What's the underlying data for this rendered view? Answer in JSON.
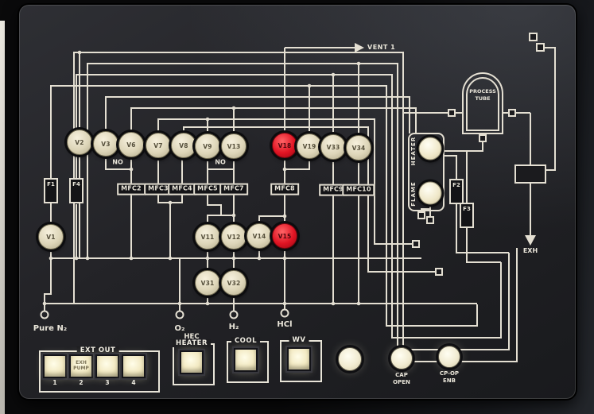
{
  "panel": {
    "labels": {
      "vent": "VENT 1",
      "exh": "EXH",
      "process_tube": "PROCESS\nTUBE",
      "heater": "HEATER",
      "flame": "FLAME",
      "no_v3": "NO",
      "no_v9": "NO"
    },
    "valves": [
      {
        "id": "V2",
        "label": "V2",
        "color": "beige"
      },
      {
        "id": "V3",
        "label": "V3",
        "color": "beige"
      },
      {
        "id": "V6",
        "label": "V6",
        "color": "beige"
      },
      {
        "id": "V7",
        "label": "V7",
        "color": "beige"
      },
      {
        "id": "V8",
        "label": "V8",
        "color": "beige"
      },
      {
        "id": "V9",
        "label": "V9",
        "color": "beige"
      },
      {
        "id": "V13",
        "label": "V13",
        "color": "beige"
      },
      {
        "id": "V18",
        "label": "V18",
        "color": "red"
      },
      {
        "id": "V19",
        "label": "V19",
        "color": "beige"
      },
      {
        "id": "V33",
        "label": "V33",
        "color": "beige"
      },
      {
        "id": "V34",
        "label": "V34",
        "color": "beige"
      },
      {
        "id": "V11",
        "label": "V11",
        "color": "beige"
      },
      {
        "id": "V12",
        "label": "V12",
        "color": "beige"
      },
      {
        "id": "V14",
        "label": "V14",
        "color": "beige"
      },
      {
        "id": "V15",
        "label": "V15",
        "color": "red"
      },
      {
        "id": "V31",
        "label": "V31",
        "color": "beige"
      },
      {
        "id": "V32",
        "label": "V32",
        "color": "beige"
      },
      {
        "id": "V1",
        "label": "V1",
        "color": "beige"
      }
    ],
    "mfcs": [
      {
        "label": "MFC2"
      },
      {
        "label": "MFC3"
      },
      {
        "label": "MFC4"
      },
      {
        "label": "MFC5"
      },
      {
        "label": "MFC7"
      },
      {
        "label": "MFC8"
      },
      {
        "label": "MFC9"
      },
      {
        "label": "MFC10"
      }
    ],
    "filters": [
      {
        "label": "F1"
      },
      {
        "label": "F4"
      },
      {
        "label": "F2"
      },
      {
        "label": "F3"
      }
    ],
    "terminals": [
      {
        "label": "Pure N₂"
      },
      {
        "label": "O₂"
      },
      {
        "label": "H₂"
      },
      {
        "label": "HCl"
      }
    ]
  },
  "controls": {
    "ext_out": {
      "label": "EXT OUT",
      "buttons": [
        {
          "caption": "",
          "num": "1"
        },
        {
          "caption": "EXH\nPUMP",
          "num": "2"
        },
        {
          "caption": "",
          "num": "3"
        },
        {
          "caption": "",
          "num": "4"
        }
      ]
    },
    "hec_heater": {
      "label_top": "HEC",
      "label": "HEATER"
    },
    "cool": {
      "label": "COOL"
    },
    "wv": {
      "label": "WV"
    },
    "round_buttons": [
      {
        "label": ""
      },
      {
        "label": "CAP\nOPEN"
      },
      {
        "label": "CP-OP\nENB"
      }
    ]
  },
  "colors": {
    "line": "#e4dfd2",
    "panel": "#232327",
    "button_beige": "#e8e1c4",
    "button_red": "#d5121f"
  }
}
